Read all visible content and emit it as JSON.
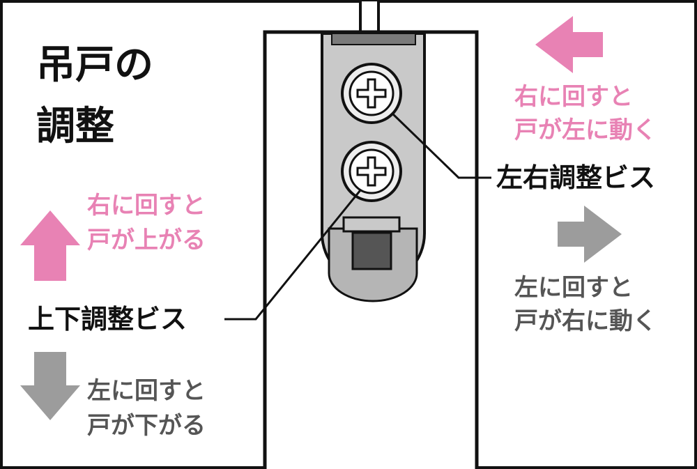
{
  "title": {
    "line1": "吊戸の",
    "line2": "調整"
  },
  "left_panel": {
    "up_text": {
      "line1": "右に回すと",
      "line2": "戸が上がる"
    },
    "down_text": {
      "line1": "左に回すと",
      "line2": "戸が下がる"
    },
    "vertical_screw_label": "上下調整ビス"
  },
  "right_panel": {
    "left_text": {
      "line1": "右に回すと",
      "line2": "戸が左に動く"
    },
    "right_text": {
      "line1": "左に回すと",
      "line2": "戸が右に動く"
    },
    "horizontal_screw_label": "左右調整ビス"
  },
  "colors": {
    "pink": "#e882b4",
    "gray_arrow": "#9c9c9c",
    "gray_text": "#555555",
    "bracket": "#c9c9c9",
    "line": "#111111"
  },
  "icons": {
    "up_arrow": "arrow-up-icon",
    "down_arrow": "arrow-down-icon",
    "left_arrow": "arrow-left-icon",
    "right_arrow": "arrow-right-icon",
    "screw": "phillips-screw-icon"
  }
}
